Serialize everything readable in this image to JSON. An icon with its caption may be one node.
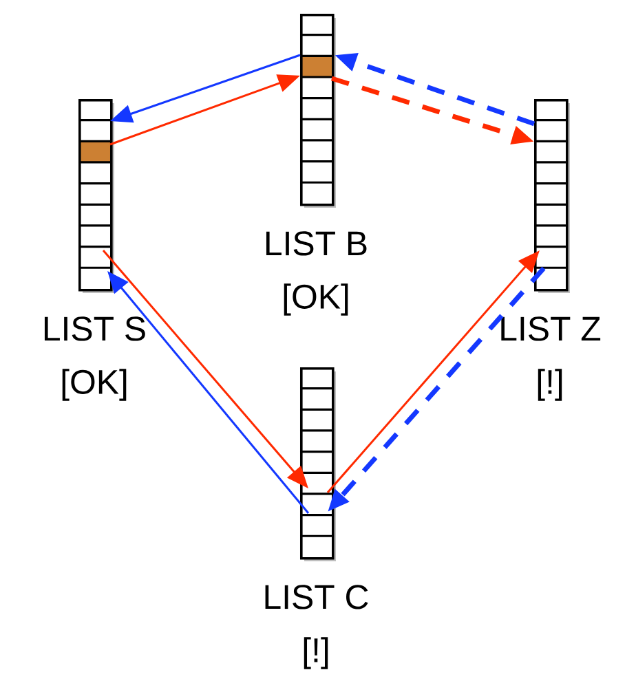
{
  "diagram": {
    "nodes": [
      {
        "text": [
          "LIST B",
          "[OK]"
        ]
      },
      {
        "text": [
          "LIST S",
          "[OK]"
        ]
      },
      {
        "text": [
          "LIST Z",
          "[!]"
        ]
      },
      {
        "text": [
          "LIST C",
          "[!]"
        ]
      }
    ],
    "edges": [
      {
        "from": 0,
        "to": 1,
        "arrow": "to",
        "color": "#1438ff"
      },
      {
        "from": 1,
        "to": 0,
        "arrow": "to",
        "color": "#ff2a00"
      },
      {
        "from": 0,
        "to": 2,
        "arrow": "to",
        "style": "dashed",
        "color": "#ff2a00"
      },
      {
        "from": 2,
        "to": 0,
        "arrow": "to",
        "style": "dashed",
        "color": "#1438ff"
      },
      {
        "from": 1,
        "to": 3,
        "arrow": "to",
        "color": "#ff2a00"
      },
      {
        "from": 3,
        "to": 1,
        "arrow": "to",
        "color": "#1438ff"
      },
      {
        "from": 3,
        "to": 2,
        "arrow": "to",
        "color": "#ff2a00"
      },
      {
        "from": 2,
        "to": 3,
        "arrow": "to",
        "style": "dashed",
        "color": "#1438ff"
      }
    ]
  }
}
